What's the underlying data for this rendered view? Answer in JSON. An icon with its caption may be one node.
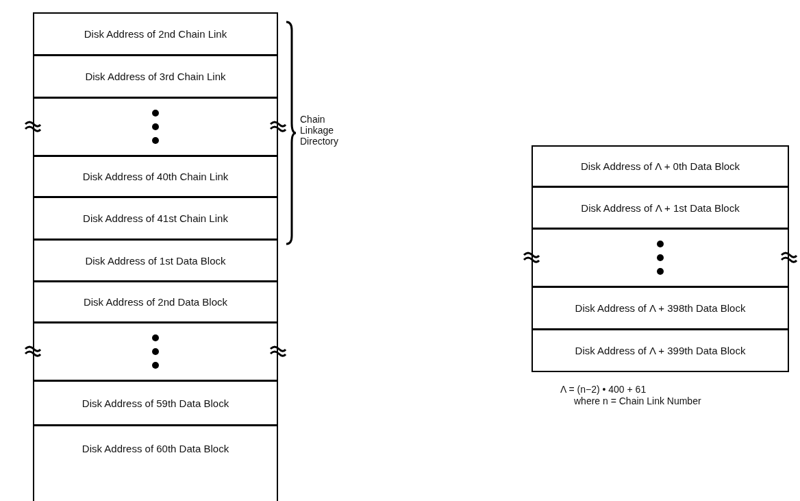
{
  "diagram": {
    "nodes": [
      {
        "text": [
          "Disk Address of 2nd Chain Link"
        ]
      },
      {
        "text": [
          "Disk Address of 3rd Chain Link"
        ]
      },
      {
        "text": [],
        "shape": "box"
      },
      {
        "text": [
          "Disk Address of 40th Chain Link"
        ]
      },
      {
        "text": [
          "Disk Address of 41st Chain Link"
        ]
      },
      {
        "text": [
          "Disk Address of 1st Data Block"
        ]
      },
      {
        "text": [
          "Disk Address of 2nd Data Block"
        ]
      },
      {
        "text": [],
        "shape": "box"
      },
      {
        "text": [
          "Disk Address of 59th Data Block"
        ]
      },
      {
        "text": [
          "Disk Address of 60th Data Block"
        ]
      },
      {
        "text": [
          "Disk Address of Λ + 0th Data Block"
        ]
      },
      {
        "text": [
          "Disk Address of Λ + 1st Data Block"
        ]
      },
      {
        "text": [],
        "shape": "box"
      },
      {
        "text": [
          "Disk Address of Λ + 398th Data Block"
        ]
      },
      {
        "text": [
          "Disk Address of Λ + 399th Data Block"
        ]
      }
    ],
    "edges": [],
    "labels": [
      "Chain Linkage Directory",
      "Λ = (n−2) • 400 + 61",
      "where n = Chain Link Number"
    ]
  }
}
